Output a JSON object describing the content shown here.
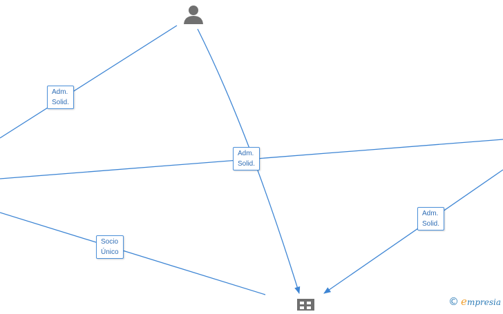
{
  "diagram": {
    "edge_labels": [
      {
        "id": "l1",
        "line1": "Adm.",
        "line2": "Solid."
      },
      {
        "id": "l2",
        "line1": "Adm.",
        "line2": "Solid."
      },
      {
        "id": "l3",
        "line1": "Adm.",
        "line2": "Solid."
      },
      {
        "id": "l4",
        "line1": "Socio",
        "line2": "Único"
      }
    ],
    "nodes": [
      {
        "id": "person",
        "icon": "person-icon",
        "color": "#707070"
      },
      {
        "id": "company",
        "icon": "building-icon",
        "color": "#707070"
      }
    ],
    "edge_color": "#3d85d4"
  },
  "watermark": {
    "copyright": "©",
    "brand_first": "e",
    "brand_rest": "mpresia"
  }
}
